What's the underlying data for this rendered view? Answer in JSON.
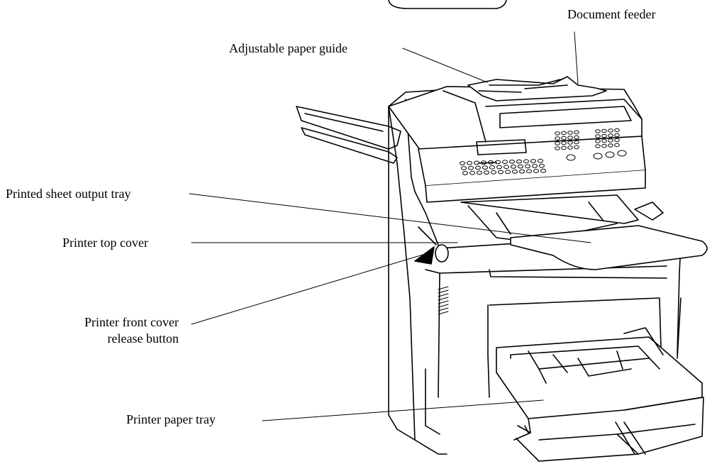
{
  "diagram": {
    "callouts": {
      "document_feeder": "Document feeder",
      "adjustable_paper_guide": "Adjustable paper guide",
      "printed_sheet_output_tray": "Printed sheet output tray",
      "printer_top_cover": "Printer top cover",
      "printer_front_cover_release_button_line1": "Printer front cover",
      "printer_front_cover_release_button_line2": "release button",
      "printer_paper_tray": "Printer paper tray"
    }
  }
}
